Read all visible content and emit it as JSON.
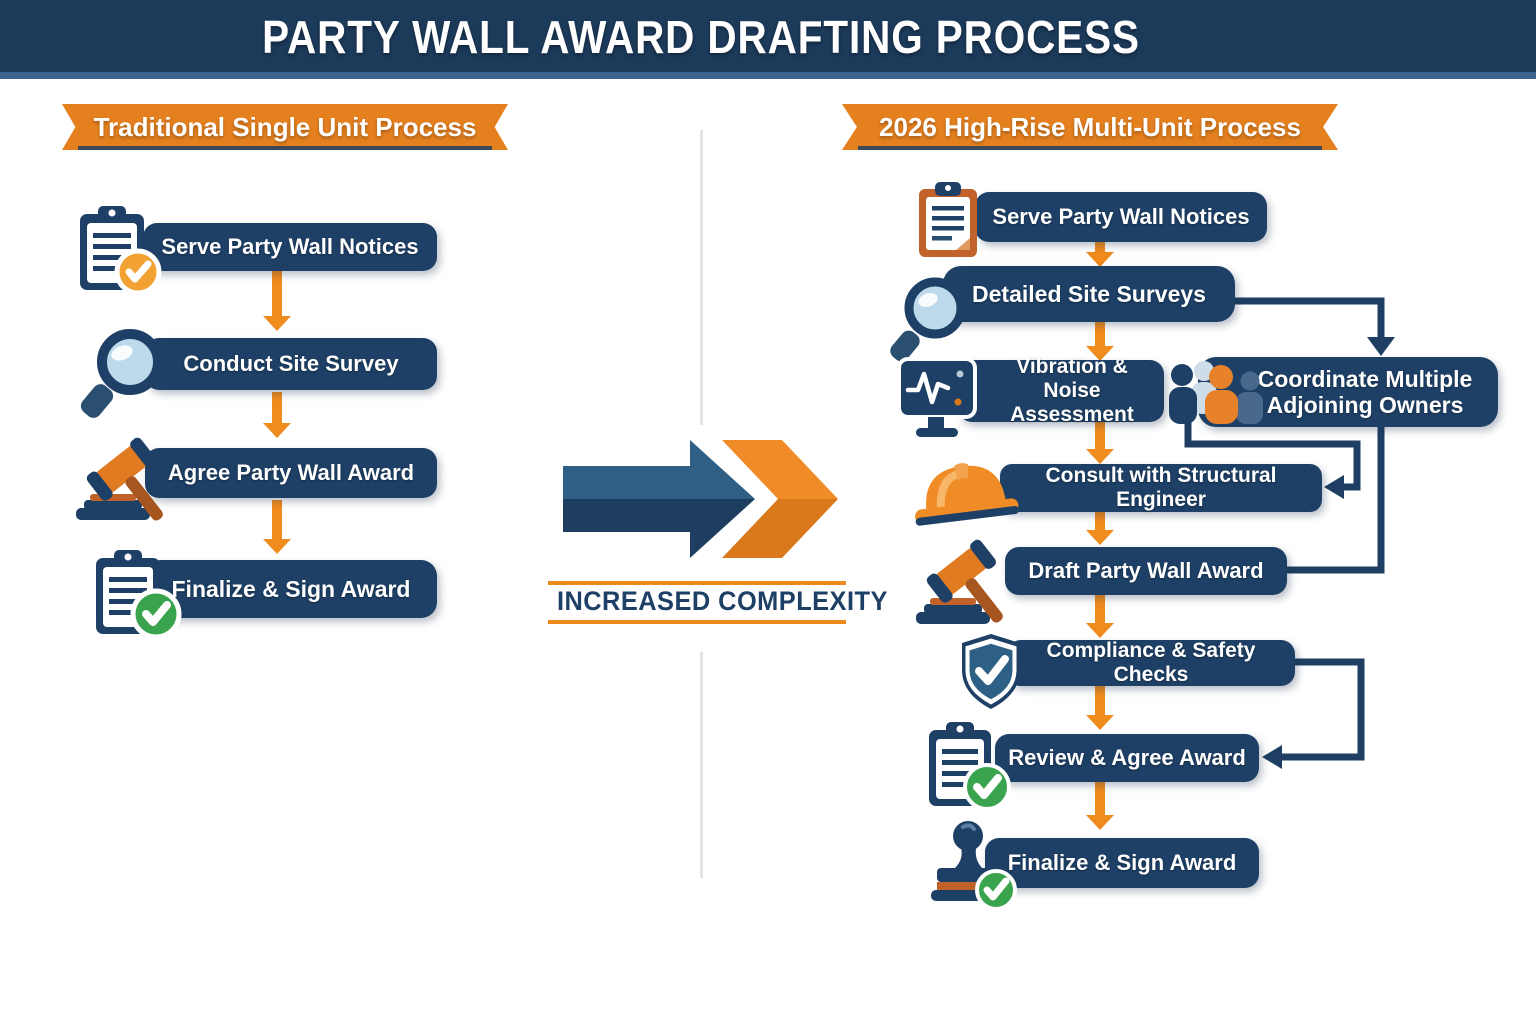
{
  "header": {
    "title": "PARTY WALL AWARD DRAFTING PROCESS"
  },
  "center": {
    "label": "INCREASED COMPLEXITY"
  },
  "left": {
    "banner": "Traditional Single Unit Process",
    "steps": [
      {
        "label": "Serve Party Wall Notices",
        "icon": "clipboard-check-orange"
      },
      {
        "label": "Conduct Site Survey",
        "icon": "magnifier"
      },
      {
        "label": "Agree Party Wall Award",
        "icon": "gavel"
      },
      {
        "label": "Finalize & Sign Award",
        "icon": "clipboard-check-green"
      }
    ]
  },
  "right": {
    "banner": "2026 High-Rise Multi-Unit Process",
    "steps": [
      {
        "label": "Serve Party Wall Notices",
        "icon": "clipboard-orange"
      },
      {
        "label": "Detailed Site Surveys",
        "icon": "magnifier"
      },
      {
        "label": "Vibration & Noise Assessment",
        "icon": "monitor-waveform"
      },
      {
        "label": "Coordinate Multiple Adjoining Owners",
        "icon": "people-group"
      },
      {
        "label": "Consult with Structural Engineer",
        "icon": "hard-hat"
      },
      {
        "label": "Draft Party Wall Award",
        "icon": "gavel"
      },
      {
        "label": "Compliance & Safety Checks",
        "icon": "shield-check"
      },
      {
        "label": "Review & Agree Award",
        "icon": "clipboard-check-green"
      },
      {
        "label": "Finalize & Sign Award",
        "icon": "stamp-check"
      }
    ]
  },
  "colors": {
    "navy": "#1e4066",
    "navy_dark": "#1c3a5a",
    "navy_line": "#1e3f63",
    "orange": "#e5801f",
    "orange_arrow": "#f08b1e",
    "green_check": "#3aa34d",
    "light_blue": "#bdd9ec",
    "divider": "#e4e4e6"
  }
}
